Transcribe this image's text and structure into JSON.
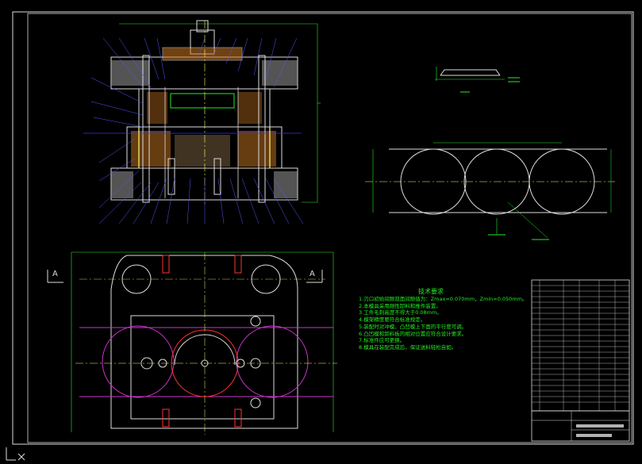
{
  "section_labels": {
    "left": "A",
    "right": "A"
  },
  "technical_requirements": {
    "title": "技术要求",
    "notes": [
      "1.刃口初始间隙双面间隙值为：Zmax=0.070mm，Zmin=0.050mm。",
      "2.本模具采用刚性卸料和推件装置。",
      "3.工件毛刺高度不得大于0.08mm。",
      "4.模架精度要符合标准规定。",
      "5.装配时对冲模、凸凹模上下面的平行度可调。",
      "6.凸凹模和卸料板的相对位置应符合设计要求。",
      "7.标准件应可更换。",
      "8.模具在装配完成后，保证送料轻松自如。"
    ]
  },
  "colors": {
    "background": "#000000",
    "frame": "#dddddd",
    "part_outline": "#dddddd",
    "center_line": "#ffff66",
    "dimension": "#22ee22",
    "strip": "#cc33cc",
    "cut_plane": "#3333ff",
    "hatch": "#cc7722",
    "highlight": "#ff3333",
    "notes": "#22ee22"
  },
  "icons": {
    "axis": "ucs-axis-icon"
  }
}
